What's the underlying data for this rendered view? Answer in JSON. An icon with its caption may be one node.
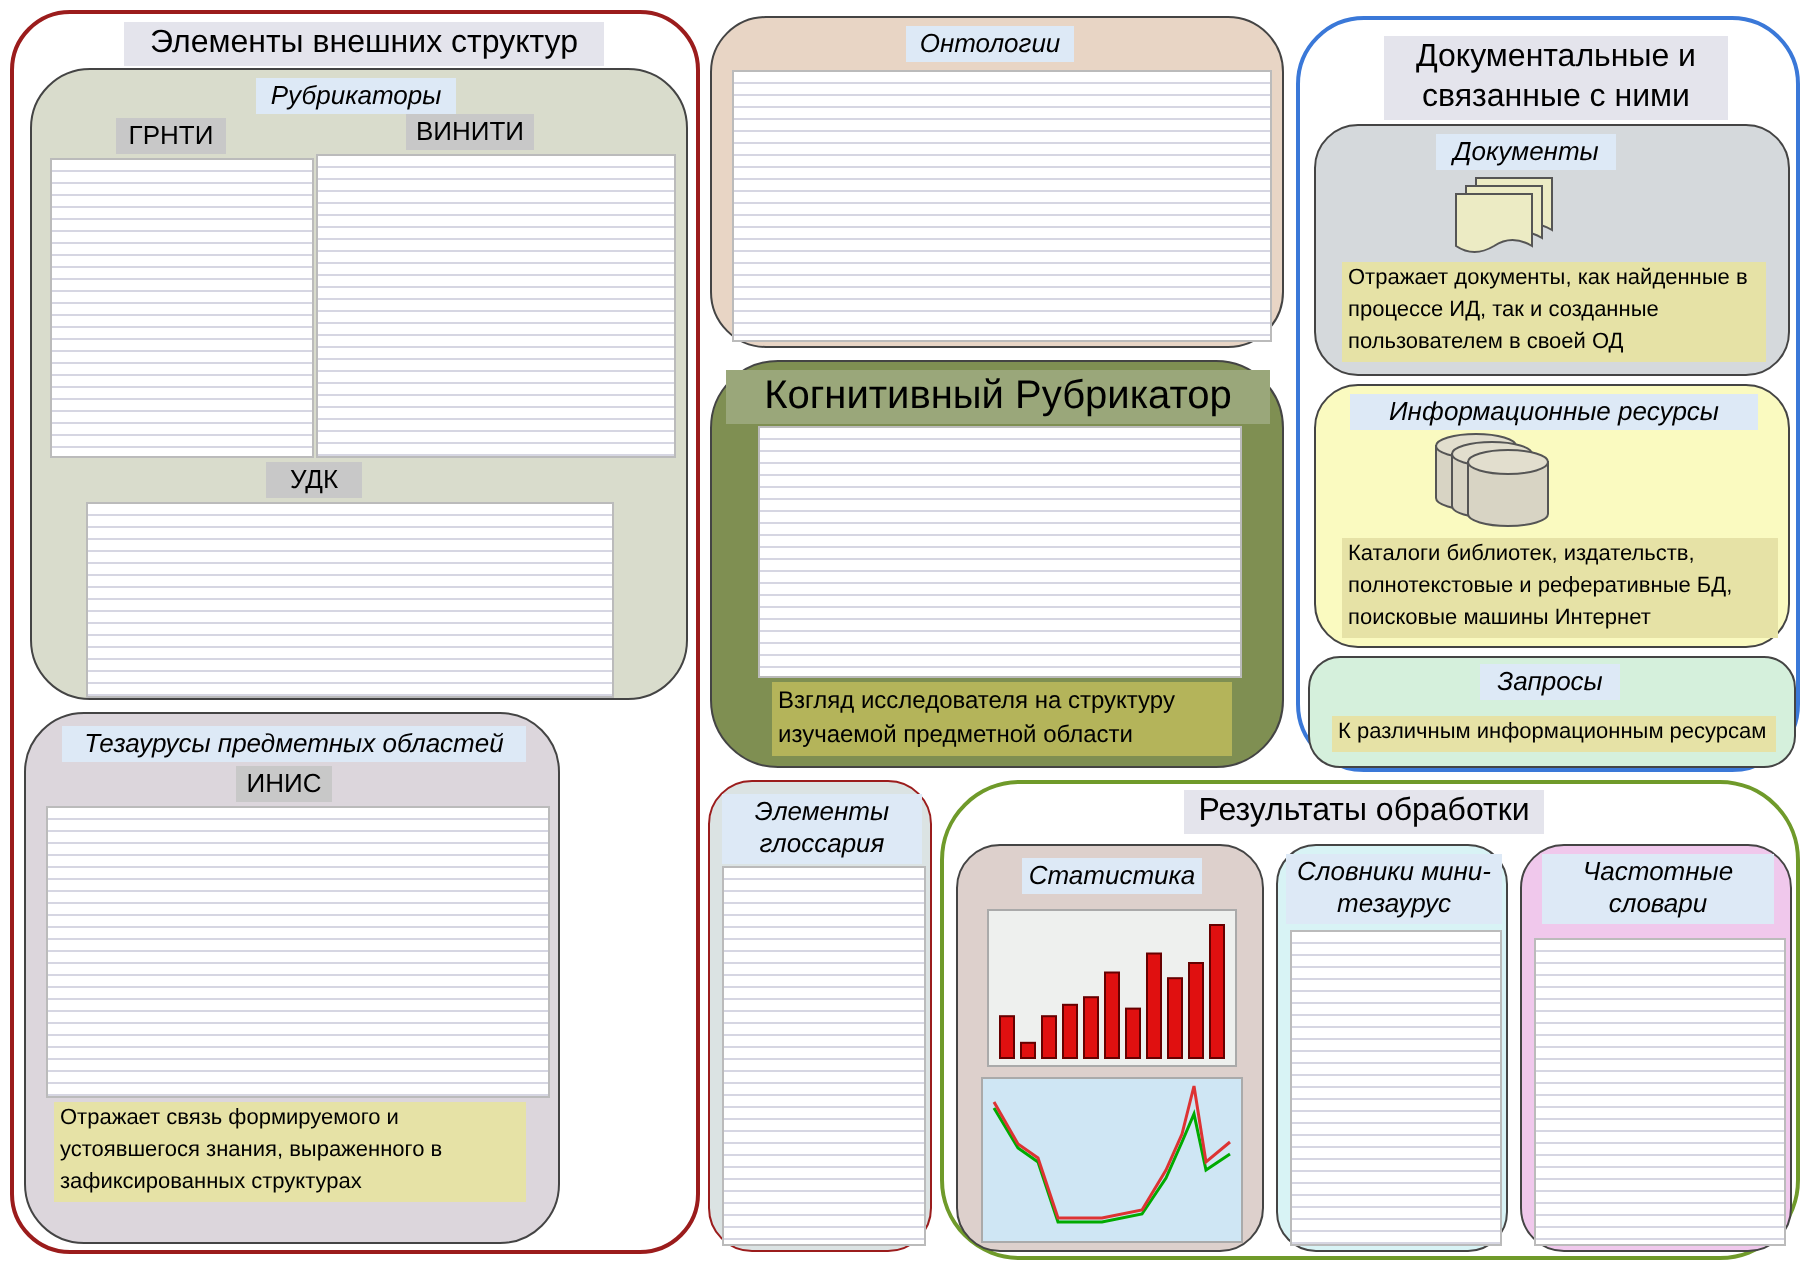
{
  "diagram": {
    "nodes": [
      {
        "text": [
          "Элементы внешних структур"
        ]
      },
      {
        "text": [
          "Рубрикаторы",
          "ГРНТИ",
          "ВИНИТИ",
          "УДК"
        ],
        "in": 0
      },
      {
        "text": [
          "Тезаурусы предметных областей",
          "ИНИС",
          "Отражает связь формируемого и устоявшегося знания, выраженного в зафиксированных структурах"
        ],
        "in": 0
      },
      {
        "text": [
          "Элементы глоссария"
        ]
      },
      {
        "text": [
          "Онтологии"
        ]
      },
      {
        "text": [
          "Когнитивный Рубрикатор",
          "Взгляд исследователя на структуру изучаемой предметной области"
        ]
      },
      {
        "text": [
          "Документальные и связанные с ними"
        ]
      },
      {
        "text": [
          "Документы",
          "Отражает документы, как найденные в процессе ИД, так и созданные пользователем в своей ОД"
        ],
        "in": 6
      },
      {
        "text": [
          "Информационные ресурсы",
          "Каталоги библиотек, издательств, полнотекстовые и реферативные БД, поисковые машины Интернет"
        ],
        "in": 6
      },
      {
        "text": [
          "Запросы",
          "К различным информационным ресурсам"
        ],
        "in": 6
      },
      {
        "text": [
          "Результаты обработки"
        ]
      },
      {
        "text": [
          "Статистика"
        ],
        "in": 10
      },
      {
        "text": [
          "Словники мини-тезаурус"
        ],
        "in": 10
      },
      {
        "text": [
          "Частотные словари"
        ],
        "in": 10
      }
    ]
  }
}
